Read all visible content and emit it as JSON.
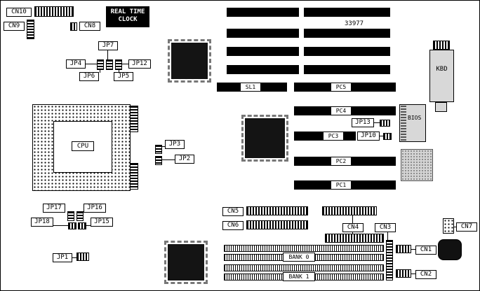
{
  "part_number": "33977",
  "rtc": {
    "line1": "REAL TIME",
    "line2": "CLOCK"
  },
  "chips": {
    "cpu": "CPU",
    "kbd": "KBD",
    "bios": "BIOS"
  },
  "slots": {
    "sl1": "SL1",
    "pc1": "PC1",
    "pc2": "PC2",
    "pc3": "PC3",
    "pc4": "PC4",
    "pc5": "PC5"
  },
  "banks": {
    "bank0": "BANK 0",
    "bank1": "BANK 1"
  },
  "connectors": {
    "cn1": "CN1",
    "cn2": "CN2",
    "cn3": "CN3",
    "cn4": "CN4",
    "cn5": "CN5",
    "cn6": "CN6",
    "cn7": "CN7",
    "cn8": "CN8",
    "cn9": "CN9",
    "cn10": "CN10"
  },
  "jumpers": {
    "jp1": "JP1",
    "jp2": "JP2",
    "jp3": "JP3",
    "jp4": "JP4",
    "jp5": "JP5",
    "jp6": "JP6",
    "jp7": "JP7",
    "jp10": "JP10",
    "jp12": "JP12",
    "jp13": "JP13",
    "jp15": "JP15",
    "jp16": "JP16",
    "jp17": "JP17",
    "jp18": "JP18"
  }
}
